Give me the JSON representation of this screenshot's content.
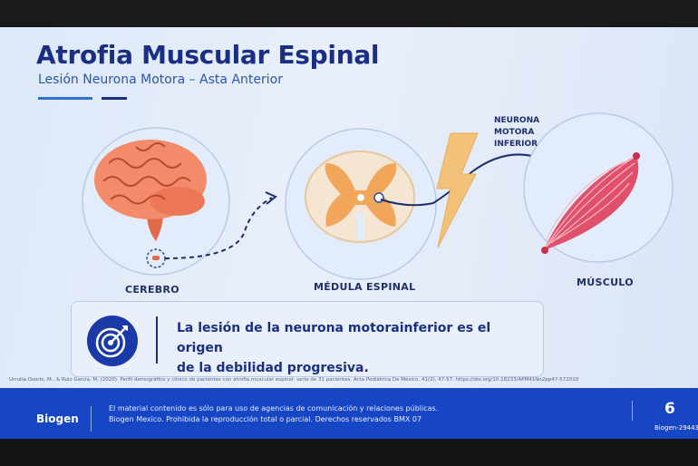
{
  "slide": {
    "title": "Atrofia Muscular Espinal",
    "subtitle": "Lesión Neurona Motora – Asta Anterior"
  },
  "diagram": {
    "brain_label": "CEREBRO",
    "spinal_label": "MÉDULA ESPINAL",
    "muscle_label": "MÚSCULO",
    "neuron_label_lines": [
      "NEURONA",
      "MOTORA",
      "INFERIOR"
    ]
  },
  "callout": {
    "line1": "La lesión de la neurona motorainferior es el origen",
    "line2": "de la debilidad progresiva."
  },
  "citation": "Urrutia Osorio, M., & Ruiz García, M. (2020). Perfil demográfico y clínico de pacientes con atrofia muscular espinal: serie de 31 pacientes. Acta Pediátrica De México, 41(2), 47-57. https://doi.org/10.18233/APM41No2pp47-572010",
  "footer": {
    "brand": "Biogen",
    "legal_line1": "El material contenido es sólo para uso de agencias de comunicación y relaciones públicas.",
    "legal_line2": "Biogen Mexico. Prohibida la reproducción total o parcial. Derechos reservados BMX 07",
    "page_number": "6",
    "code": "Biogen-29443"
  },
  "colors": {
    "title": "#1a2f83",
    "accent": "#2f6fd6",
    "footer": "#1646c3",
    "muscle": "#e0506b",
    "bolt": "#f2c27a"
  }
}
